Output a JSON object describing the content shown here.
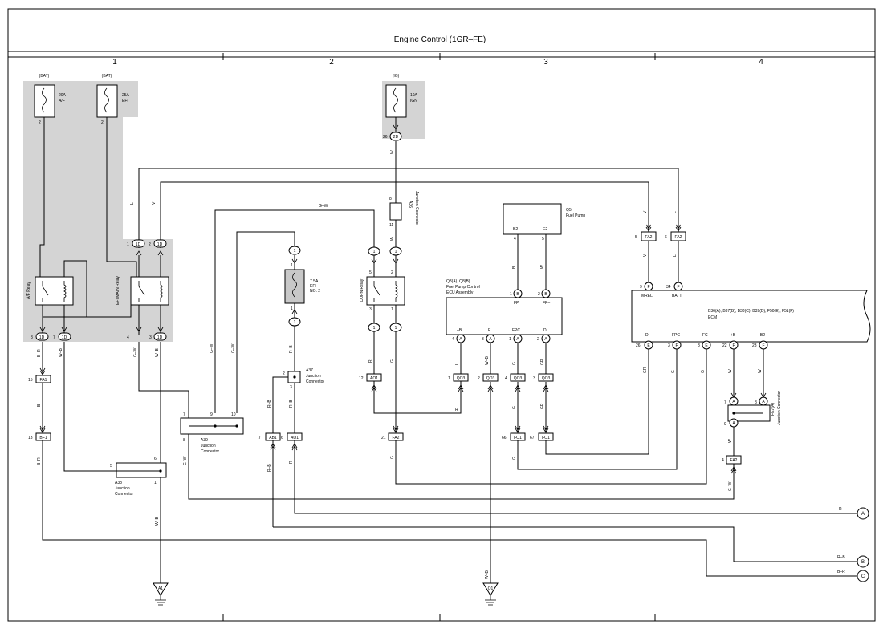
{
  "title": "Engine Control (1GR–FE)",
  "columns": [
    "1",
    "2",
    "3",
    "4"
  ],
  "fuses": [
    {
      "source": "(BAT)",
      "rating": "20A",
      "name": "A/F",
      "pin": "2"
    },
    {
      "source": "(BAT)",
      "rating": "25A",
      "name": "EFI",
      "pin": "2"
    },
    {
      "source": "(IG)",
      "rating": "10A",
      "name": "IGN",
      "pin": "26",
      "connector": "2D"
    }
  ],
  "relays": {
    "af": "A/F Relay",
    "efi_main": "EFI MAIN Relay",
    "copn": "COPN Relay",
    "efi_no2_rating": "7.5A",
    "efi_no2_line1": "EFI",
    "efi_no2_line2": "NO. 2"
  },
  "relay_block": {
    "conn": "1D",
    "pins_top": [
      "1",
      "2"
    ],
    "pins_bottom": [
      "8",
      "7",
      "4",
      "3"
    ]
  },
  "wire_colors": {
    "l": "L",
    "v": "V",
    "gw": "G–W",
    "w": "W",
    "b": "B",
    "br": "B–R",
    "wb": "W–B",
    "rb": "R–B",
    "r": "R",
    "g": "G",
    "gr": "GR"
  },
  "connectors": {
    "fa1": "FA1",
    "bf1": "BF1",
    "ab1": "AB1",
    "ao1": "AO1",
    "fa2": "FA2",
    "qo3": "QO3",
    "fo1": "FO1",
    "a1": "A1",
    "o1": "O1"
  },
  "pins": {
    "fa1": "15",
    "bf1": "13",
    "ab1": "7",
    "ao1_top": "12",
    "ao1_mid": "6",
    "fa2_mid": "21",
    "fa2_mrel": "5",
    "fa2_batt": "6",
    "fa2_low": "4",
    "qo3_b": "1",
    "qo3_e": "2",
    "fo1_fpc": "66",
    "fo1_di": "67",
    "qo3_fpc": "4",
    "qo3_di": "3"
  },
  "junctions": {
    "a36_id": "A36",
    "a36_label": "Junction Connector",
    "a36_pins": [
      "8",
      "11"
    ],
    "a37_id": "A37",
    "a37_label1": "Junction",
    "a37_label2": "Connector",
    "a37_pins": [
      "2",
      "3"
    ],
    "a38_id": "A38",
    "a38_label1": "Junction",
    "a38_label2": "Connector",
    "a38_pins": [
      "5",
      "6",
      "1"
    ],
    "a39_id": "A39",
    "a39_label1": "Junction",
    "a39_label2": "Connector",
    "a39_pins": [
      "7",
      "9",
      "10",
      "8"
    ],
    "fe7_id": "FE7(A)",
    "fe7_label": "Junction Connector",
    "fe7_pins": [
      "7",
      "8",
      "9"
    ],
    "fe7_conn": "A"
  },
  "fuel_pump": {
    "id": "Q5",
    "label": "Fuel Pump",
    "terminals": [
      "B2",
      "E2"
    ],
    "pins": [
      "4",
      "5"
    ]
  },
  "ecu": {
    "id": "Q8(A), Q8(B)",
    "label1": "Fuel Pump Control",
    "label2": "ECU Assembly",
    "top_terms": [
      "FP",
      "FP–"
    ],
    "top_pins": [
      "1",
      "2"
    ],
    "top_conn": "B",
    "bottom_terms": [
      "+B",
      "E",
      "FPC",
      "DI"
    ],
    "bottom_pins": [
      "4",
      "3",
      "1",
      "2"
    ],
    "bottom_conn": "A"
  },
  "ecm": {
    "ids": "B36(A), B37(B), B38(C), B39(D), F50(E), F51(F)",
    "label": "ECM",
    "top_terms": [
      "MREL",
      "BATT"
    ],
    "top_pins": [
      "9",
      "34"
    ],
    "top_conn": "F",
    "bottom_terms": [
      "DI",
      "FPC",
      "FC",
      "+B",
      "+B2"
    ],
    "bottom_pins": [
      "26",
      "3",
      "8",
      "22",
      "23"
    ],
    "bottom_conns": [
      "E",
      "F",
      "E",
      "F",
      "F"
    ]
  },
  "relay_pins": {
    "one": "1",
    "two": "2",
    "three": "3",
    "five": "5"
  },
  "outputs": [
    {
      "letter": "A",
      "color": "R"
    },
    {
      "letter": "B",
      "color": "R–B"
    },
    {
      "letter": "C",
      "color": "B–R"
    }
  ]
}
